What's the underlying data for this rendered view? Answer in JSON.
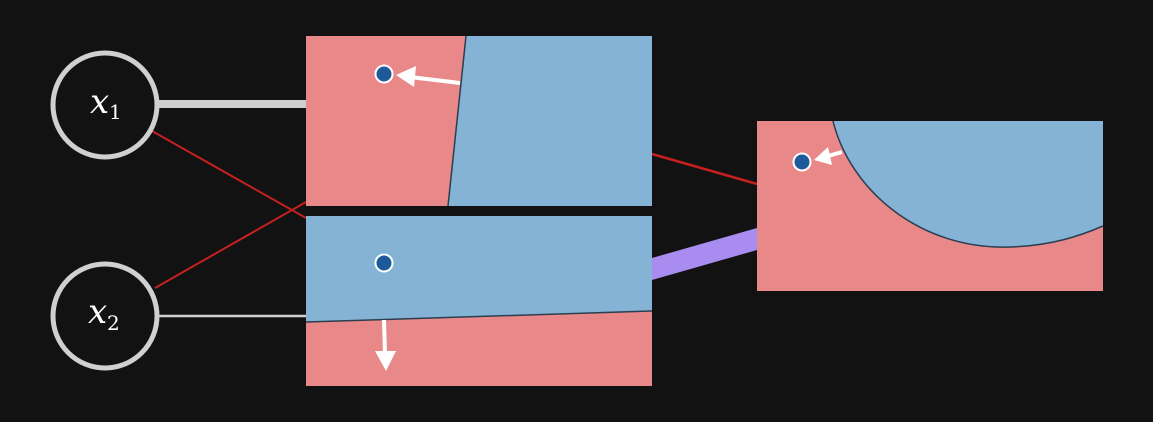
{
  "colors": {
    "background": "#121212",
    "red_region": "#e88888",
    "blue_region": "#84b3d6",
    "node_stroke": "#d0d0d0",
    "edge_strong": "#cfcfcf",
    "edge_red": "#c42020",
    "edge_purple": "#a98cf0",
    "point_fill": "#1e5a9a",
    "arrow": "#ffffff",
    "boundary": "#2c3e50"
  },
  "inputs": [
    {
      "name": "x1",
      "symbol": "x",
      "subscript": "1"
    },
    {
      "name": "x2",
      "symbol": "x",
      "subscript": "2"
    }
  ],
  "hidden_units": [
    {
      "name": "hidden-1",
      "boundary": "steep-line",
      "point_marker": "circle",
      "gradient_arrow": "pointing-left"
    },
    {
      "name": "hidden-2",
      "boundary": "shallow-line",
      "point_marker": "circle",
      "gradient_arrow": "pointing-down"
    }
  ],
  "output_unit": {
    "name": "output",
    "boundary": "curved",
    "point_marker": "circle",
    "gradient_arrow": "pointing-left"
  },
  "edges": [
    {
      "name": "x1-to-hidden1",
      "style": "strong",
      "color": "edge_strong"
    },
    {
      "name": "x1-to-hidden2",
      "style": "weak",
      "color": "edge_red"
    },
    {
      "name": "x2-to-hidden1",
      "style": "weak",
      "color": "edge_red"
    },
    {
      "name": "x2-to-hidden2",
      "style": "thin",
      "color": "edge_strong"
    },
    {
      "name": "hidden1-to-output",
      "style": "weak",
      "color": "edge_red"
    },
    {
      "name": "hidden2-to-output",
      "style": "thick",
      "color": "edge_purple"
    }
  ]
}
